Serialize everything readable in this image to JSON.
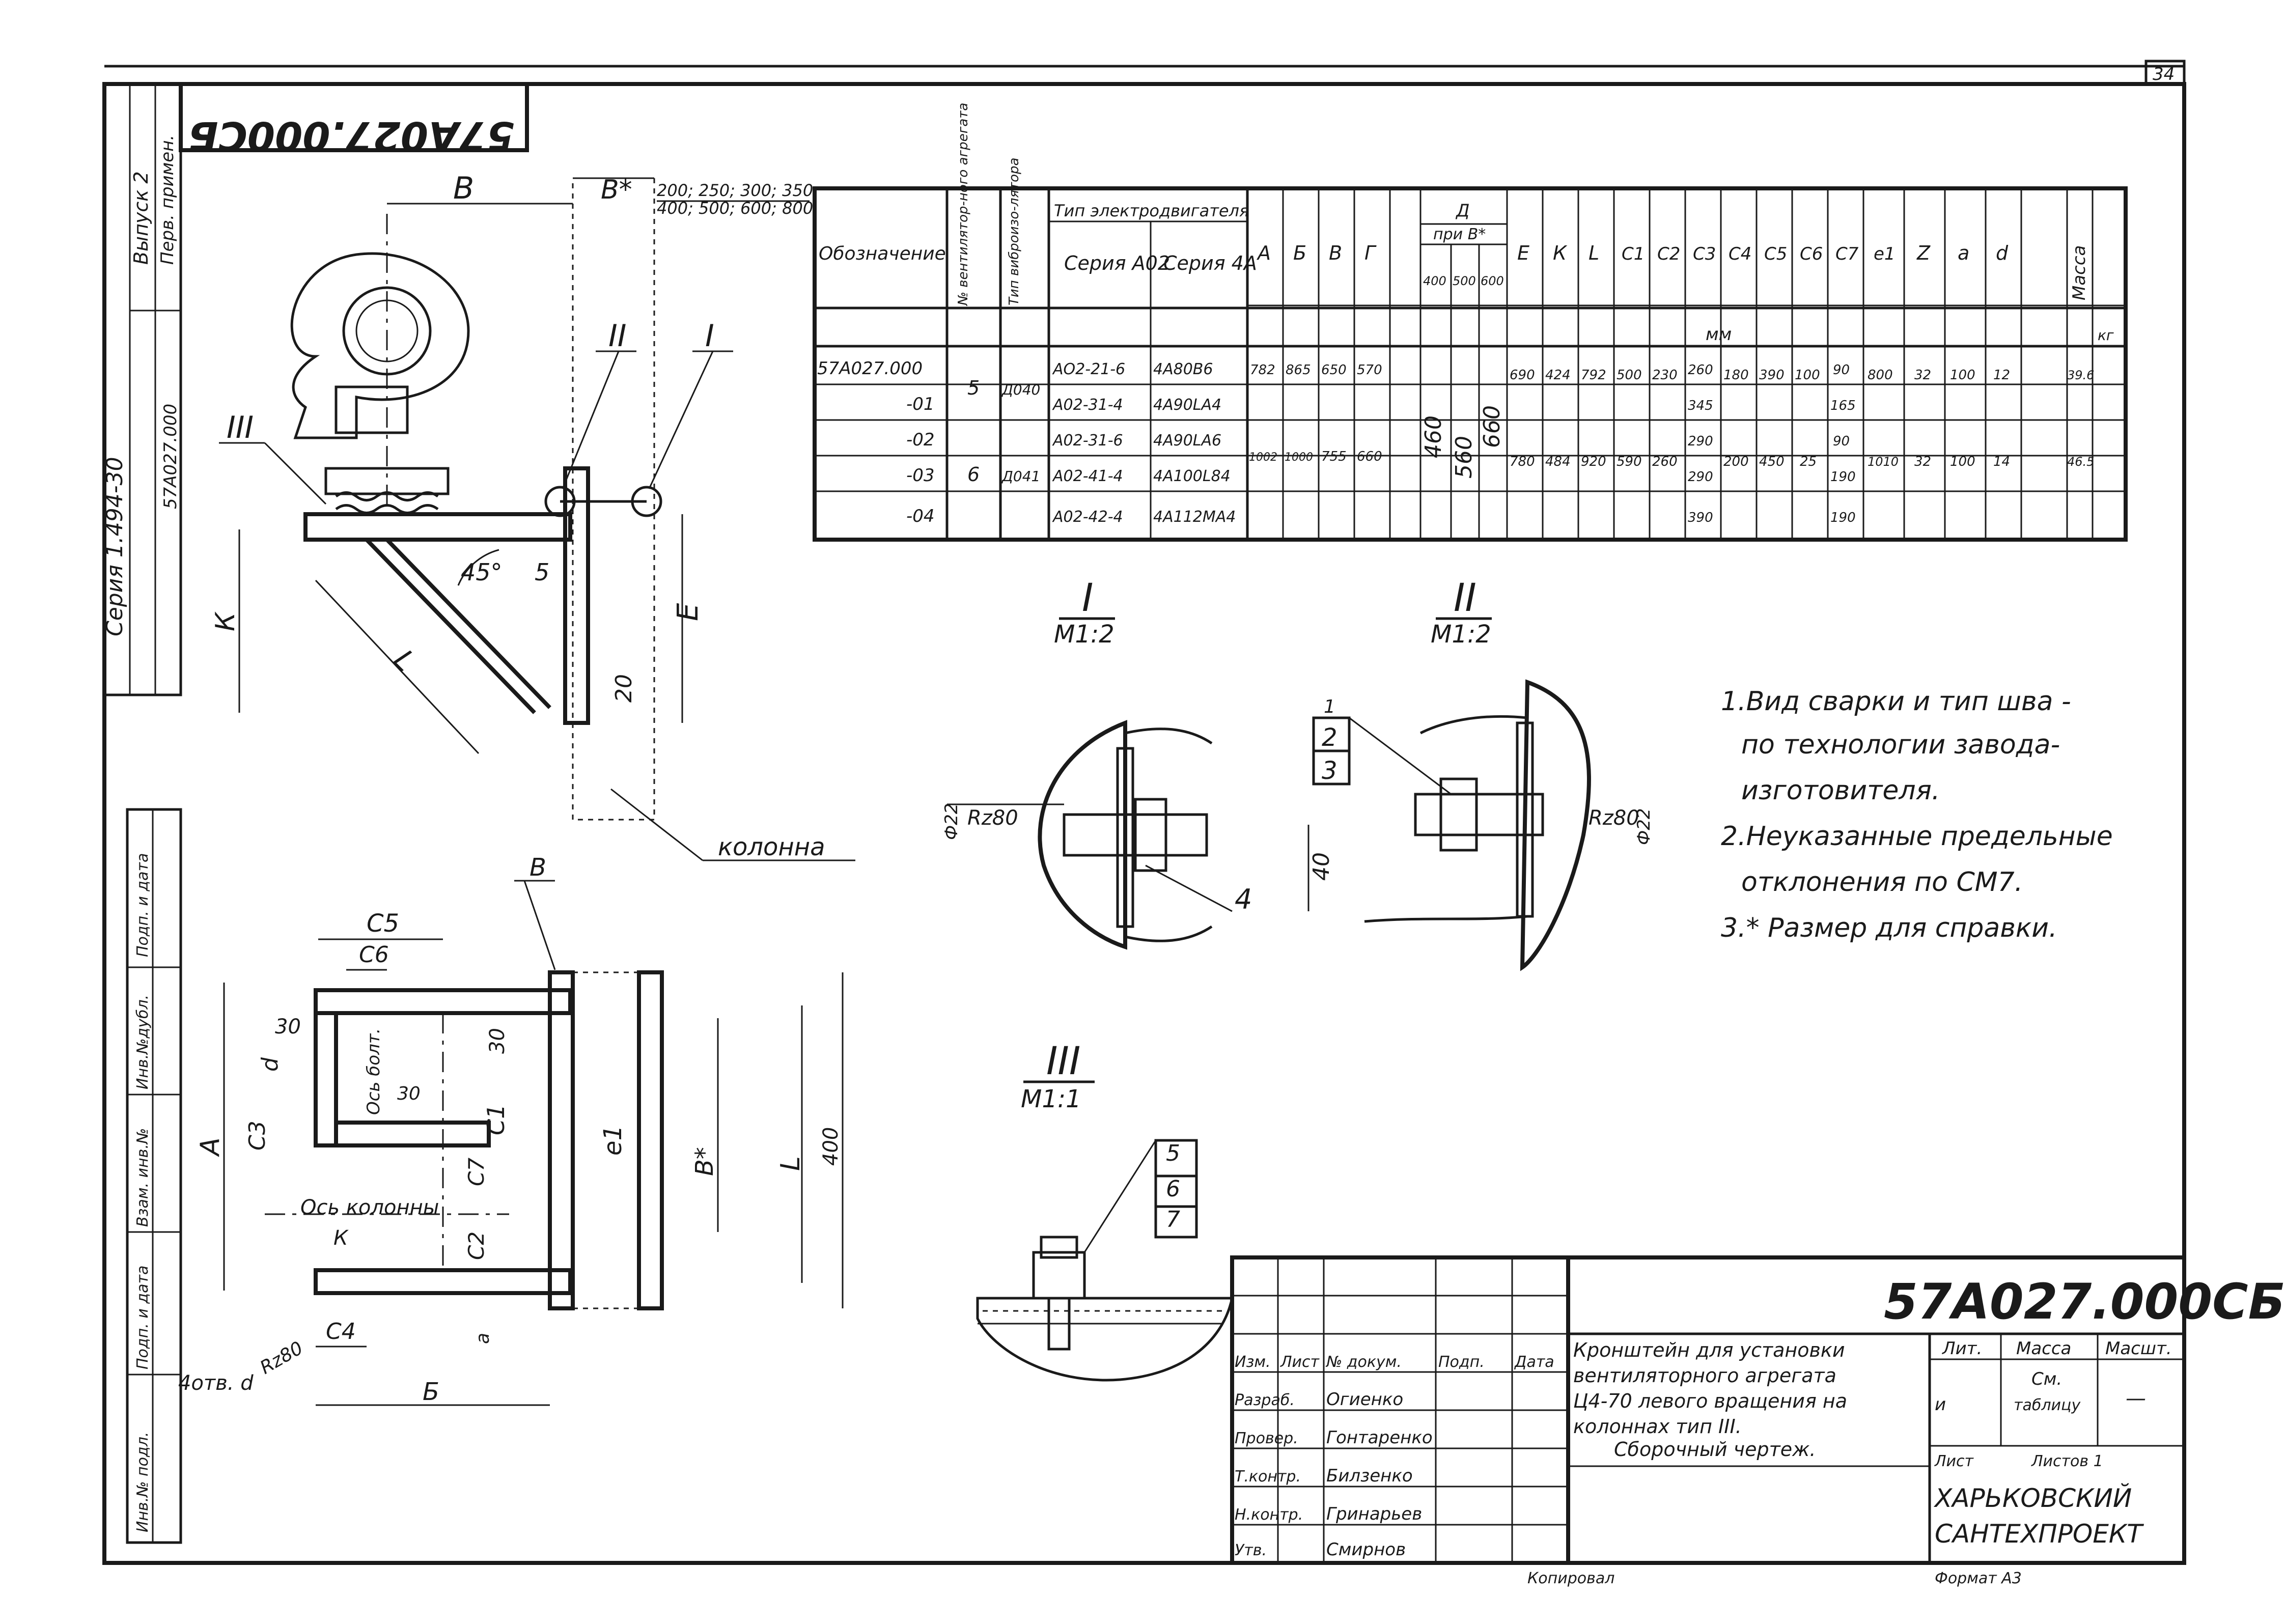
{
  "page_number": "34",
  "rotated_code": "57A027.000CБ",
  "side_stamp": {
    "line1": "Выпуск 2",
    "line2": "Перв. примен.",
    "line3": "57А027.000",
    "series": "Серия 1.494-30"
  },
  "side_columns": [
    "Подп. и дата",
    "Инв.№дубл.",
    "Взам. инв.№",
    "Подп. и дата",
    "Инв.№ подл."
  ],
  "main_view": {
    "dim_B": "В",
    "dim_Bstar": "В*",
    "dim_Bstar_values": [
      "200; 250; 300; 350;",
      "400; 500; 600; 800"
    ],
    "roman_1": "I",
    "roman_2": "II",
    "roman_3": "III",
    "dim_K": "К",
    "angle": "45°",
    "dim_5": "5",
    "dim_L": "L",
    "dim_E": "Е",
    "dim_20": "20",
    "kolonna": "колонна"
  },
  "plan_view": {
    "C5": "С5",
    "C6": "С6",
    "v30a": "30",
    "d": "d",
    "os_bolt": "Ось болт.",
    "v30b": "30",
    "v30c": "30",
    "C1": "С1",
    "e1": "е1",
    "Bstar": "В*",
    "L": "L",
    "v400": "400",
    "A": "А",
    "C3": "С3",
    "C7": "С7",
    "os_kolonny": "Ось колонны",
    "C2": "С2",
    "K": "К",
    "a": "а",
    "C4": "С4",
    "rz80": "Rz80",
    "otv": "4отв. d",
    "B_label": "В",
    "Bb_label": "Б"
  },
  "table": {
    "headers": {
      "oboznachenie": "Обозначение",
      "fan": "№ вентилятор-ного агрегата",
      "vibro": "Тип виброизо-лятора",
      "motor_type": "Тип электродвигателя",
      "ser_a02": "Серия А02",
      "ser_4a": "Серия 4А",
      "A": "А",
      "B": "Б",
      "V": "В",
      "G": "Г",
      "D": "Д",
      "pri": "при В*",
      "d400": "400",
      "d500": "500",
      "d600": "600",
      "E": "Е",
      "K": "К",
      "L": "L",
      "C1": "С1",
      "C2": "С2",
      "C3": "С3",
      "C4": "С4",
      "C5": "С5",
      "C6": "С6",
      "C7": "С7",
      "e1": "е1",
      "Z": "Z",
      "a": "а",
      "d": "d",
      "massa": "Масса",
      "mm": "мм",
      "kg": "кг"
    },
    "rows": [
      {
        "oboz": "57А027.000",
        "a02": "АО2-21-6",
        "a4": "4А80В6"
      },
      {
        "oboz": "-01",
        "a02": "А02-31-4",
        "a4": "4А90LA4"
      },
      {
        "oboz": "-02",
        "a02": "А02-31-6",
        "a4": "4А90LA6"
      },
      {
        "oboz": "-03",
        "a02": "А02-41-4",
        "a4": "4А100L84"
      },
      {
        "oboz": "-04",
        "a02": "А02-42-4",
        "a4": "4А112МА4"
      }
    ],
    "group1": {
      "fan": "5",
      "vibro": "Д040",
      "A": "782",
      "B": "865",
      "V": "650",
      "G": "570",
      "E": "690",
      "K": "424",
      "L": "792",
      "C1": "500",
      "C2": "230",
      "C3a": "260",
      "C3b": "345",
      "C4": "180",
      "C5": "390",
      "C6": "100",
      "C7a": "90",
      "C7b": "165",
      "e1": "800",
      "Z": "32",
      "a": "100",
      "d": "12",
      "massa": "39.6"
    },
    "group2": {
      "fan": "6",
      "vibro": "Д041",
      "A": "1002",
      "B": "1000",
      "V": "755",
      "G": "660",
      "E": "780",
      "K": "484",
      "L": "920",
      "C1": "590",
      "C2": "260",
      "C3a": "290",
      "C3b": "290",
      "C3c": "390",
      "C4": "200",
      "C5": "450",
      "C6": "25",
      "C7a": "90",
      "C7b": "190",
      "C7c": "190",
      "e1": "1010",
      "Z": "32",
      "a": "100",
      "d": "14",
      "massa": "46.5"
    },
    "D_vals": [
      "460",
      "560",
      "660"
    ]
  },
  "details": {
    "d1_title": "I",
    "d1_scale": "М1:2",
    "d2_title": "II",
    "d2_scale": "М1:2",
    "d3_title": "III",
    "d3_scale": "М1:1",
    "d1_rz": "Rz80",
    "d1_phi": "Ф22",
    "d1_pos": "4",
    "d2_pos1": "1",
    "d2_pos2": "2",
    "d2_pos3": "3",
    "d2_40": "40",
    "d2_rz": "Rz80",
    "d2_phi": "Ф22",
    "d3_pos5": "5",
    "d3_pos6": "6",
    "d3_pos7": "7"
  },
  "notes": [
    "1.Вид сварки и тип шва -",
    "по технологии завода-",
    "изготовителя.",
    "2.Неуказанные предельные",
    "отклонения по СМ7.",
    "3.* Размер для справки."
  ],
  "title_block": {
    "code": "57А027.000СБ",
    "name_lines": [
      "Кронштейн для установки",
      "вентиляторного агрегата",
      "Ц4-70 левого вращения на",
      "колоннах тип III."
    ],
    "doc_type": "Сборочный чертеж.",
    "lit": "Лит.",
    "massa": "Масса",
    "masht": "Масшт.",
    "lit_val": "и",
    "massa_val": "См.",
    "massa_val2": "таблицу",
    "masht_val": "—",
    "sheet": "Лист",
    "sheets": "Листов 1",
    "org": "ХАРЬКОВСКИЙ",
    "org2": "САНТЕХПРОЕКТ",
    "izm": "Изм.",
    "list": "Лист",
    "ndoc": "№ докум.",
    "podp": "Подп.",
    "data": "Дата",
    "roles": [
      "Разраб.",
      "Провер.",
      "Т.контр.",
      "Н.контр.",
      "Утв."
    ],
    "names": [
      "Огиенко",
      "Гонтаренко",
      "Билзенко",
      "Гринарьев",
      "Смирнов"
    ],
    "kopir": "Копировал",
    "format": "Формат А3"
  }
}
